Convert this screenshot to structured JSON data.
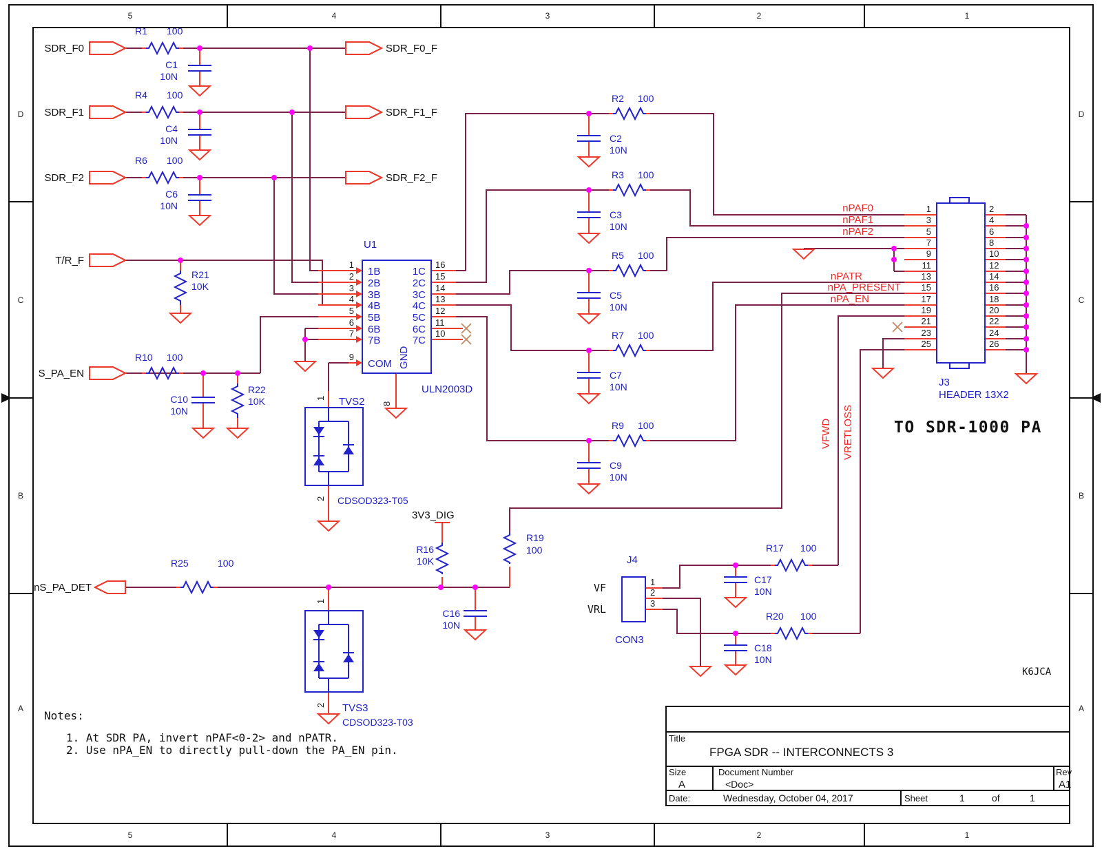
{
  "frame": {
    "cols": [
      "5",
      "4",
      "3",
      "2",
      "1"
    ],
    "rows": [
      "D",
      "C",
      "B",
      "A"
    ]
  },
  "ports": {
    "sdr_f0": "SDR_F0",
    "sdr_f1": "SDR_F1",
    "sdr_f2": "SDR_F2",
    "tr_f": "T/R_F",
    "s_pa_en": "S_PA_EN",
    "ns_pa_det": "nS_PA_DET",
    "sdr_f0_f": "SDR_F0_F",
    "sdr_f1_f": "SDR_F1_F",
    "sdr_f2_f": "SDR_F2_F"
  },
  "resistors": {
    "r1": {
      "ref": "R1",
      "value": "100"
    },
    "r2": {
      "ref": "R2",
      "value": "100"
    },
    "r3": {
      "ref": "R3",
      "value": "100"
    },
    "r4": {
      "ref": "R4",
      "value": "100"
    },
    "r5": {
      "ref": "R5",
      "value": "100"
    },
    "r6": {
      "ref": "R6",
      "value": "100"
    },
    "r7": {
      "ref": "R7",
      "value": "100"
    },
    "r9": {
      "ref": "R9",
      "value": "100"
    },
    "r10": {
      "ref": "R10",
      "value": "100"
    },
    "r16": {
      "ref": "R16",
      "value": "10K"
    },
    "r17": {
      "ref": "R17",
      "value": "100"
    },
    "r19": {
      "ref": "R19",
      "value": "100"
    },
    "r20": {
      "ref": "R20",
      "value": "100"
    },
    "r21": {
      "ref": "R21",
      "value": "10K"
    },
    "r22": {
      "ref": "R22",
      "value": "10K"
    },
    "r25": {
      "ref": "R25",
      "value": "100"
    }
  },
  "capacitors": {
    "c1": {
      "ref": "C1",
      "value": "10N"
    },
    "c2": {
      "ref": "C2",
      "value": "10N"
    },
    "c3": {
      "ref": "C3",
      "value": "10N"
    },
    "c4": {
      "ref": "C4",
      "value": "10N"
    },
    "c5": {
      "ref": "C5",
      "value": "10N"
    },
    "c6": {
      "ref": "C6",
      "value": "10N"
    },
    "c7": {
      "ref": "C7",
      "value": "10N"
    },
    "c9": {
      "ref": "C9",
      "value": "10N"
    },
    "c10": {
      "ref": "C10",
      "value": "10N"
    },
    "c16": {
      "ref": "C16",
      "value": "10N"
    },
    "c17": {
      "ref": "C17",
      "value": "10N"
    },
    "c18": {
      "ref": "C18",
      "value": "10N"
    }
  },
  "u1": {
    "ref": "U1",
    "part": "ULN2003D",
    "left": [
      {
        "num": "1",
        "label": "1B"
      },
      {
        "num": "2",
        "label": "2B"
      },
      {
        "num": "3",
        "label": "3B"
      },
      {
        "num": "4",
        "label": "4B"
      },
      {
        "num": "5",
        "label": "5B"
      },
      {
        "num": "6",
        "label": "6B"
      },
      {
        "num": "7",
        "label": "7B"
      },
      {
        "num": "9",
        "label": "COM"
      }
    ],
    "right": [
      {
        "num": "16",
        "label": "1C"
      },
      {
        "num": "15",
        "label": "2C"
      },
      {
        "num": "14",
        "label": "3C"
      },
      {
        "num": "13",
        "label": "4C"
      },
      {
        "num": "12",
        "label": "5C"
      },
      {
        "num": "11",
        "label": "6C"
      },
      {
        "num": "10",
        "label": "7C"
      }
    ],
    "gnd_pin": {
      "num": "8",
      "label": "GND"
    }
  },
  "tvs2": {
    "ref": "TVS2",
    "part": "CDSOD323-T05",
    "pin1": "1",
    "pin2": "2"
  },
  "tvs3": {
    "ref": "TVS3",
    "part": "CDSOD323-T03",
    "pin1": "1",
    "pin2": "2"
  },
  "j3": {
    "ref": "J3",
    "part": "HEADER 13X2",
    "left": [
      "1",
      "3",
      "5",
      "7",
      "9",
      "11",
      "13",
      "15",
      "17",
      "19",
      "21",
      "23",
      "25"
    ],
    "right": [
      "2",
      "4",
      "6",
      "8",
      "10",
      "12",
      "14",
      "16",
      "18",
      "20",
      "22",
      "24",
      "26"
    ]
  },
  "j4": {
    "ref": "J4",
    "part": "CON3",
    "pins": [
      "1",
      "2",
      "3"
    ]
  },
  "nets": {
    "npaf0": "nPAF0",
    "npaf1": "nPAF1",
    "npaf2": "nPAF2",
    "npatr": "nPATR",
    "npa_present": "nPA_PRESENT",
    "npa_en": "nPA_EN",
    "vfwd": "VFWD",
    "vretloss": "VRETLOSS",
    "v3v3": "3V3_DIG",
    "vf": "VF",
    "vrl": "VRL"
  },
  "annotations": {
    "to_pa": "TO SDR-1000 PA",
    "callsign": "K6JCA",
    "notes_title": "Notes:",
    "note1": "1. At SDR PA, invert nPAF<0-2> and nPATR.",
    "note2": "2. Use nPA_EN to directly pull-down the PA_EN pin."
  },
  "title_block": {
    "title_label": "Title",
    "title": "FPGA SDR -- INTERCONNECTS 3",
    "size_label": "Size",
    "size": "A",
    "doc_label": "Document Number",
    "doc": "<Doc>",
    "rev_label": "Rev",
    "rev": "A1",
    "date_label": "Date:",
    "date": "Wednesday, October 04, 2017",
    "sheet_label": "Sheet",
    "sheet_num": "1",
    "of_label": "of",
    "sheet_total": "1"
  }
}
